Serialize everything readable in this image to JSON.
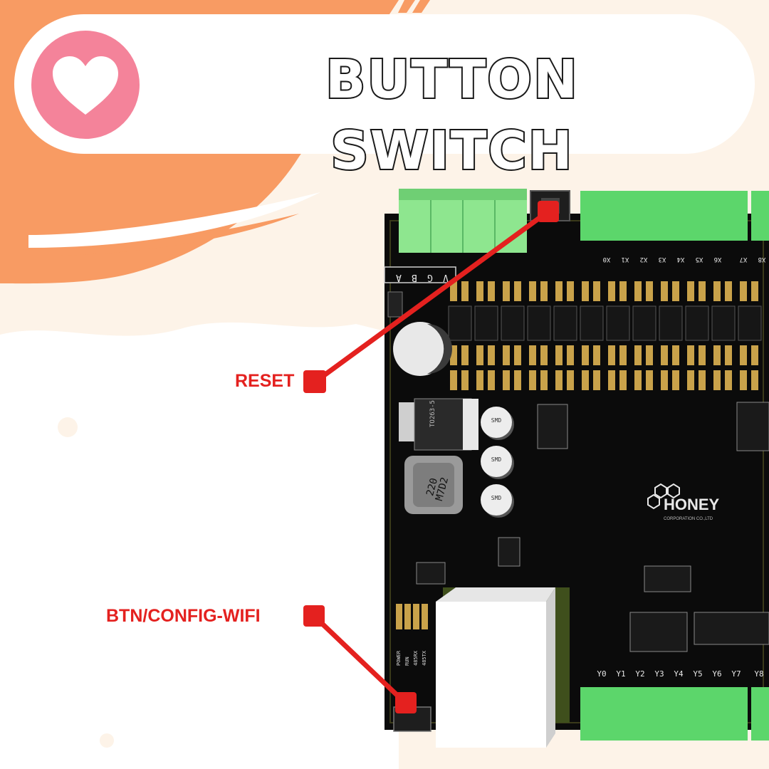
{
  "title": "BUTTON SWITCH",
  "callouts": {
    "reset": "RESET",
    "config": "BTN/CONFIG-WIFI"
  },
  "board": {
    "brand": "HONEY",
    "brand_sub": "CORPORATION CO.,LTD",
    "inductor_top": "220",
    "inductor_bottom": "M7D2",
    "cap_label": "SMD",
    "regulator": "TO263-5",
    "bus_labels": [
      "V",
      "G",
      "B",
      "A"
    ],
    "top_pins": [
      "X0",
      "X1",
      "X2",
      "X3",
      "X4",
      "X5",
      "X6",
      "X7",
      "X8"
    ],
    "bottom_pins": [
      "Y0",
      "Y1",
      "Y2",
      "Y3",
      "Y4",
      "Y5",
      "Y6",
      "Y7",
      "Y8"
    ],
    "leds": [
      "POWER",
      "RUN",
      "485RX",
      "485TX"
    ]
  },
  "colors": {
    "accent_orange": "#f89b63",
    "heart_pink": "#f4839a",
    "callout_red": "#e4211f",
    "terminal_green": "#5cd66b",
    "pcb_black": "#0b0b0b"
  },
  "icons": {
    "heart": "heart-icon"
  }
}
